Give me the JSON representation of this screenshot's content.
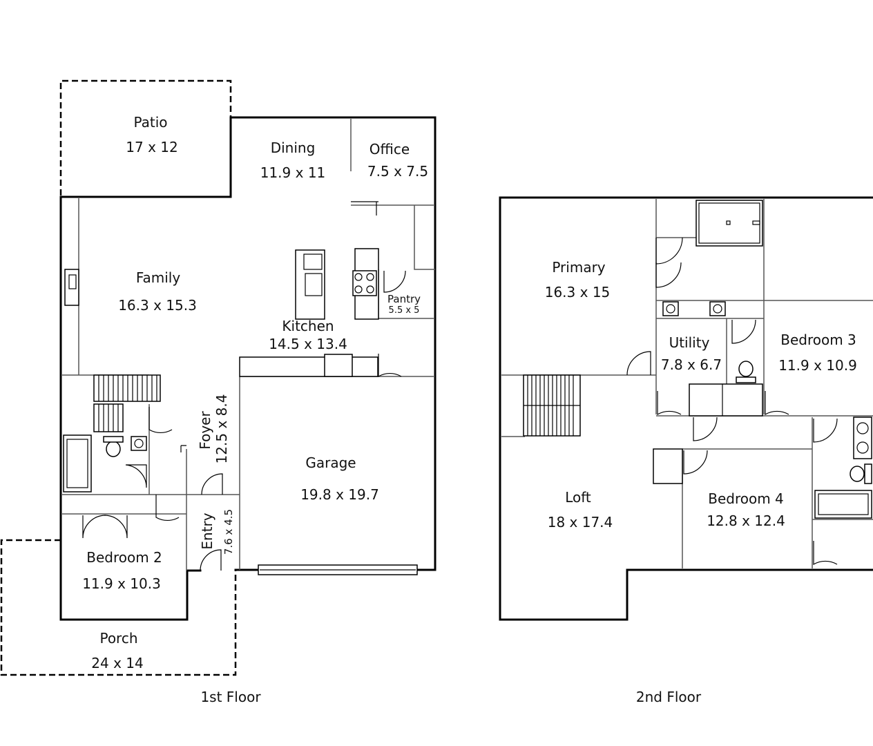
{
  "floors": [
    {
      "label": "1st Floor",
      "rooms": [
        {
          "name": "Patio",
          "size": "17 x 12"
        },
        {
          "name": "Dining",
          "size": "11.9 x 11"
        },
        {
          "name": "Office",
          "size": "7.5 x 7.5"
        },
        {
          "name": "Family",
          "size": "16.3 x 15.3"
        },
        {
          "name": "Pantry",
          "size": "5.5 x 5"
        },
        {
          "name": "Kitchen",
          "size": "14.5 x 13.4"
        },
        {
          "name": "Foyer",
          "size": "12.5 x 8.4"
        },
        {
          "name": "Garage",
          "size": "19.8 x 19.7"
        },
        {
          "name": "Entry",
          "size": "7.6 x 4.5"
        },
        {
          "name": "Bedroom 2",
          "size": "11.9 x 10.3"
        },
        {
          "name": "Porch",
          "size": "24 x 14"
        }
      ]
    },
    {
      "label": "2nd Floor",
      "rooms": [
        {
          "name": "Primary",
          "size": "16.3 x 15"
        },
        {
          "name": "Utility",
          "size": "7.8 x 6.7"
        },
        {
          "name": "Bedroom 3",
          "size": "11.9 x 10.9"
        },
        {
          "name": "Loft",
          "size": "18 x 17.4"
        },
        {
          "name": "Bedroom 4",
          "size": "12.8 x 12.4"
        }
      ]
    }
  ]
}
